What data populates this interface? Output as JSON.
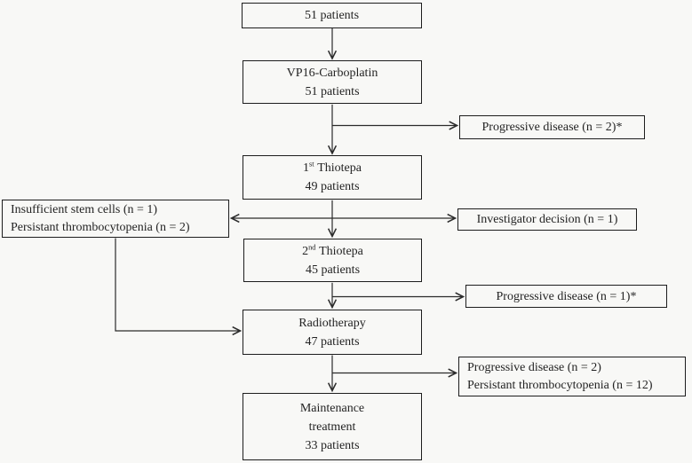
{
  "colors": {
    "background": "#f8f8f6",
    "line": "#2b2b2b",
    "box_border": "#1d1d1d",
    "text": "#232323"
  },
  "flow": {
    "enrolled": {
      "line1": "51 patients"
    },
    "vp16": {
      "line1": "VP16-Carboplatin",
      "line2": "51 patients"
    },
    "thiotepa1": {
      "num": "1",
      "sup": "st",
      "drug": "Thiotepa",
      "patients": "49 patients"
    },
    "thiotepa2": {
      "num": "2",
      "sup": "nd",
      "drug": "Thiotepa",
      "patients": "45 patients"
    },
    "radiotherapy": {
      "line1": "Radiotherapy",
      "line2": "47 patients"
    },
    "maintenance": {
      "line1": "Maintenance",
      "line2": "treatment",
      "line3": "33 patients"
    }
  },
  "exclusions": {
    "progressive_after_vp16": {
      "line1": "Progressive disease (n = 2)*"
    },
    "stem_cells": {
      "line1": "Insufficient stem cells (n = 1)",
      "line2": "Persistant thrombocytopenia (n = 2)"
    },
    "investigator": {
      "line1": "Investigator decision (n = 1)"
    },
    "progressive_after_thiotepa2": {
      "line1": "Progressive disease (n = 1)*"
    },
    "after_radiotherapy": {
      "line1": "Progressive disease (n = 2)",
      "line2": "Persistant thrombocytopenia (n = 12)"
    }
  }
}
